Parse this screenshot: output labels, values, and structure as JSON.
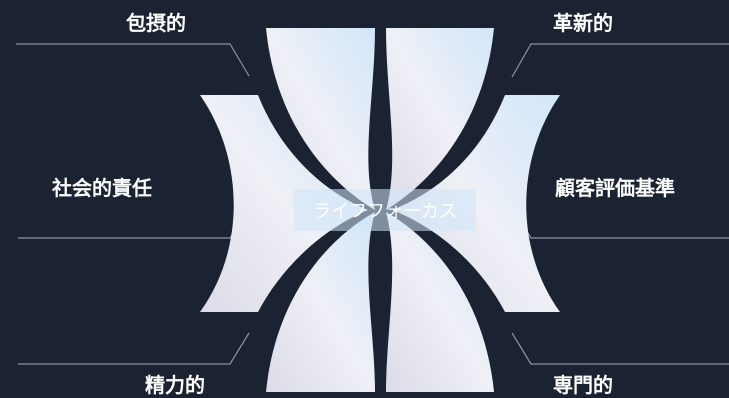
{
  "center": {
    "label": "ライフフォーカス"
  },
  "labels": {
    "top_left": "包摂的",
    "top_right": "革新的",
    "mid_left": "社会的責任",
    "mid_right": "顧客評価基準",
    "bottom_left": "精力的",
    "bottom_right": "専門的"
  },
  "colors": {
    "background": "#1b2232",
    "shape_light": "#e8ecf4",
    "shape_blue": "#d2e6fa",
    "connector": "#8b93a3"
  }
}
